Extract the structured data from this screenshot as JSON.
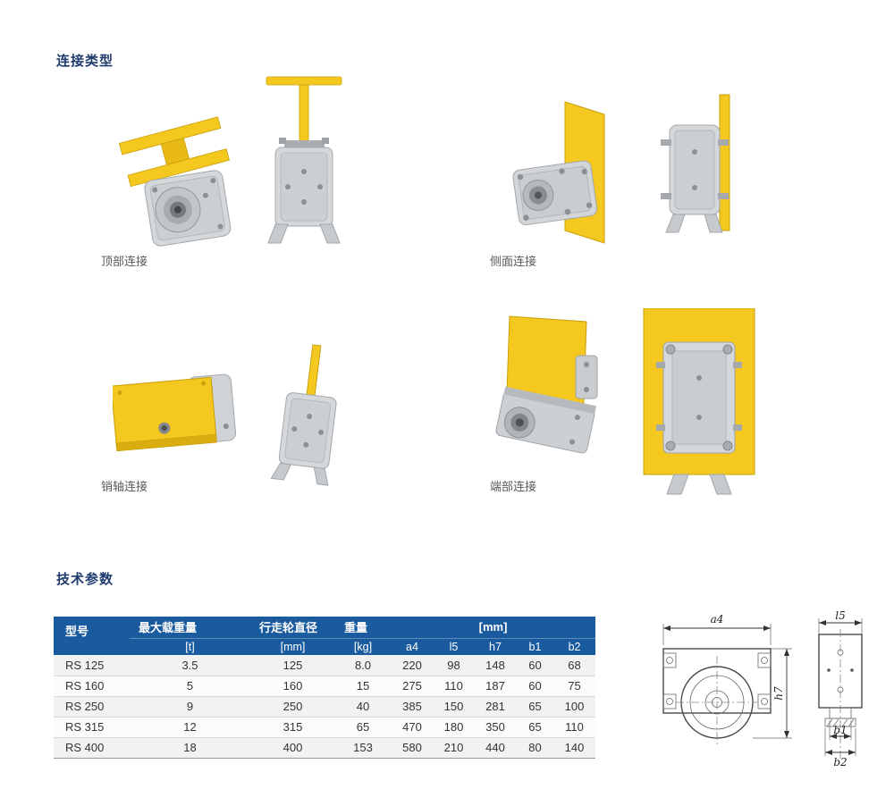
{
  "page": {
    "connection_section_title": "连接类型",
    "tech_section_title": "技术参数"
  },
  "connections": {
    "top": "顶部连接",
    "side": "侧面连接",
    "pin": "销轴连接",
    "end": "端部连接"
  },
  "table": {
    "header": {
      "model": "型号",
      "max_load": "最大载重量",
      "wheel_diameter": "行走轮直径",
      "weight": "重量",
      "mm_group": "[mm]",
      "unit_t": "[t]",
      "unit_mm": "[mm]",
      "unit_kg": "[kg]",
      "dims": [
        "a4",
        "l5",
        "h7",
        "b1",
        "b2"
      ]
    },
    "rows": [
      {
        "model": "RS 125",
        "max_load": "3.5",
        "wheel_diameter": "125",
        "weight": "8.0",
        "a4": "220",
        "l5": "98",
        "h7": "148",
        "b1": "60",
        "b2": "68"
      },
      {
        "model": "RS 160",
        "max_load": "5",
        "wheel_diameter": "160",
        "weight": "15",
        "a4": "275",
        "l5": "110",
        "h7": "187",
        "b1": "60",
        "b2": "75"
      },
      {
        "model": "RS 250",
        "max_load": "9",
        "wheel_diameter": "250",
        "weight": "40",
        "a4": "385",
        "l5": "150",
        "h7": "281",
        "b1": "65",
        "b2": "100"
      },
      {
        "model": "RS 315",
        "max_load": "12",
        "wheel_diameter": "315",
        "weight": "65",
        "a4": "470",
        "l5": "180",
        "h7": "350",
        "b1": "65",
        "b2": "110"
      },
      {
        "model": "RS 400",
        "max_load": "18",
        "wheel_diameter": "400",
        "weight": "153",
        "a4": "580",
        "l5": "210",
        "h7": "440",
        "b1": "80",
        "b2": "140"
      }
    ]
  },
  "diagram": {
    "a4": "a4",
    "h7": "h7",
    "l5": "l5",
    "b1": "b1",
    "b2": "b2"
  },
  "colors": {
    "header_blue": "#1a5a9e",
    "title_blue": "#1f3b6e",
    "beam_yellow": "#f4c81e",
    "caption_gray": "#595959"
  }
}
